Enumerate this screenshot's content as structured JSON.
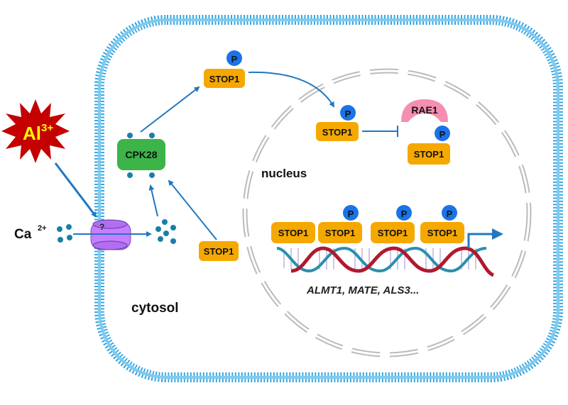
{
  "labels": {
    "al": "Al",
    "al_charge": "3+",
    "ca": "Ca",
    "ca_charge": "2+",
    "channel": "?",
    "cpk28": "CPK28",
    "stop1": "STOP1",
    "phospho": "P",
    "rae1": "RAE1",
    "nucleus": "nucleus",
    "cytosol": "cytosol",
    "genes": "ALMT1, MATE, ALS3..."
  },
  "colors": {
    "membrane": "#3aa7e0",
    "stop1": "#f5a800",
    "phospho": "#1a73e8",
    "cpk28": "#3cb44a",
    "rae1": "#f48fb1",
    "al_star": "#c40000",
    "al_text": "#ffff00",
    "channel": "#c77dff",
    "arrow": "#1f78c1",
    "dna_red": "#b0192e",
    "dna_teal": "#2a8fb0"
  }
}
